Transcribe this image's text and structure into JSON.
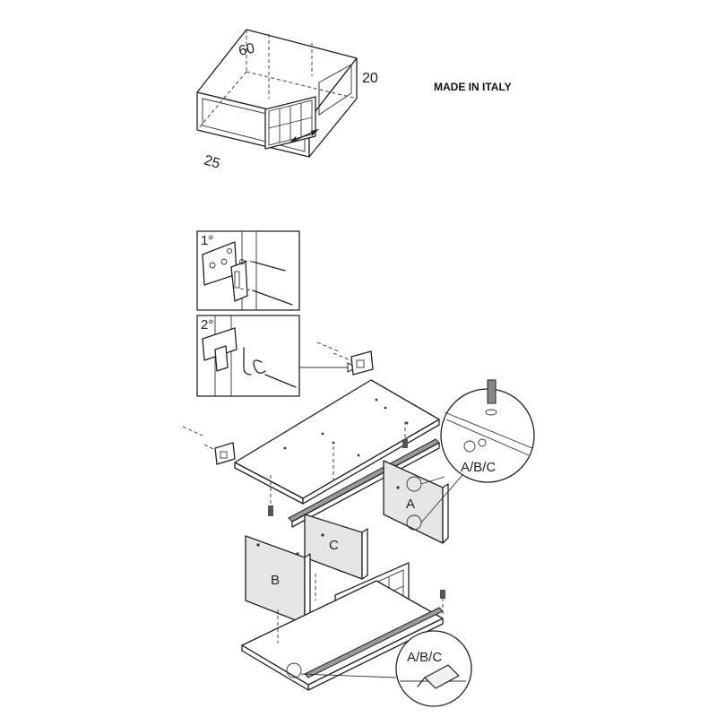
{
  "header": {
    "origin_text": "MADE IN ITALY"
  },
  "dimensions": {
    "width": "60",
    "height": "20",
    "depth": "25"
  },
  "steps": {
    "step1": "1°",
    "step2": "2°"
  },
  "panels": {
    "a": "A",
    "b": "B",
    "c": "C"
  },
  "callouts": {
    "dowel_detail": "A/B/C",
    "glue_detail": "A/B/C"
  },
  "icons": [
    "screw-icon",
    "bracket-icon",
    "dowel-icon",
    "glue-tube-icon",
    "arrow-icon"
  ]
}
